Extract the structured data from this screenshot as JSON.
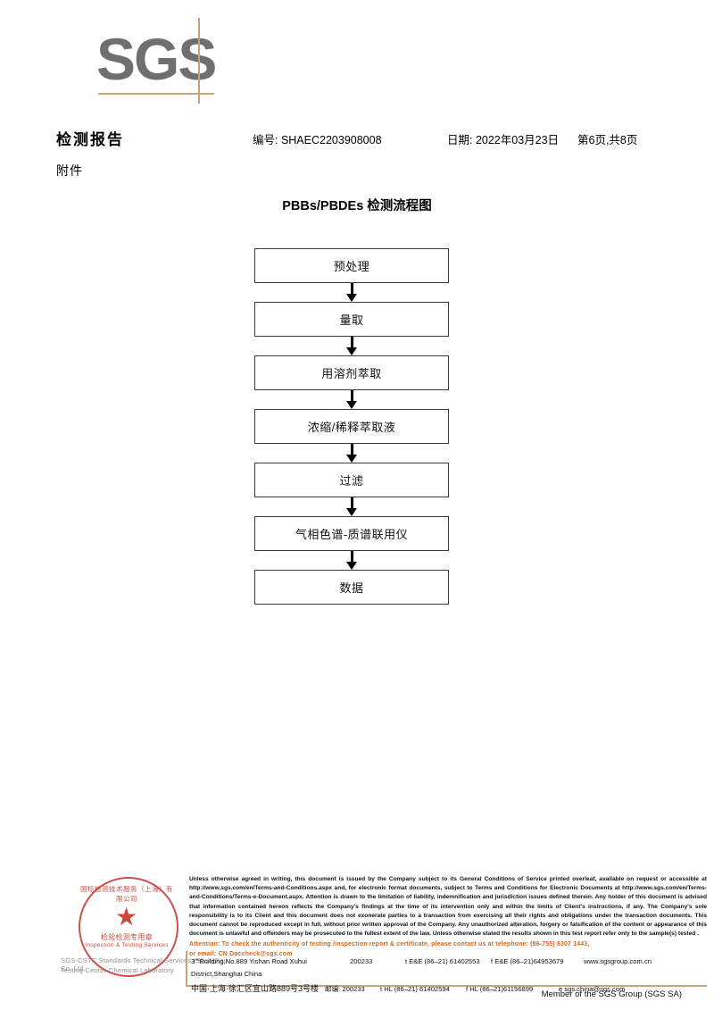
{
  "logo": {
    "wordmark": "SGS"
  },
  "header": {
    "report_title": "检测报告",
    "report_no": "编号: SHAEC2203908008",
    "date": "日期: 2022年03月23日",
    "page": "第6页,共8页",
    "attachment_label": "附件"
  },
  "flow": {
    "title": "PBBs/PBDEs 检测流程图",
    "steps": [
      {
        "label": "预处理"
      },
      {
        "label": "量取"
      },
      {
        "label": "用溶剂萃取"
      },
      {
        "label": "浓缩/稀释萃取液"
      },
      {
        "label": "过滤"
      },
      {
        "label": "气相色谱-质谱联用仪"
      },
      {
        "label": "数据"
      }
    ]
  },
  "seal": {
    "arc_top": "国标检测技术服务（上海）有限公司",
    "center_cn": "检验检测专用章",
    "center_en": "Inspection & Testing Services",
    "line1": "SGS-CSTC Standards Technical Services (Shanghai) Co.,Ltd.",
    "line2": "Testing Center-Chemical Laboratory",
    "star": "★"
  },
  "footer": {
    "disclaimer": "Unless otherwise agreed in writing, this document is issued by the Company subject to its General Conditions of Service printed overleaf, available on request or accessible at http://www.sgs.com/en/Terms-and-Conditions.aspx and, for electronic format documents, subject to Terms and Conditions for Electronic Documents at http://www.sgs.com/en/Terms-and-Conditions/Terms-e-Document.aspx. Attention is drawn to the limitation of liability, indemnification and jurisdiction issues defined therein. Any holder of this document is advised that information contained hereon reflects the Company's findings at the time of its intervention only and within the limits of Client's instructions, if any. The Company's sole responsibility is to its Client and this document does not exonerate parties to a transaction from exercising all their rights and obligations under the transaction documents. This document cannot be reproduced except in full, without prior written approval of the Company. Any unauthorized alteration, forgery or falsification of the content or appearance of this document is unlawful and offenders may be prosecuted to the fullest extent of the law. Unless otherwise stated the results shown in this test report refer only to the sample(s) tested .",
    "attention_line1": "Attention: To check the authenticity of testing /inspection report & certificate, please contact us at telephone: (86-755) 8307 1443,",
    "attention_line2": "or email: CN.Doccheck@sgs.com",
    "address_en": "3\"\"Building,No.889 Yishan Road Xuhui District,Shanghai China",
    "address_cn": "中国·上海·徐汇区宜山路889号3号楼",
    "zip_en": "200233",
    "zip_cn": "邮编: 200233",
    "tel_en_1": "t E&E (86–21) 61402553",
    "tel_en_2": "f E&E (86–21)64953679",
    "tel_cn_1": "t HL (86–21) 61402594",
    "tel_cn_2": "f HL (86–21)61156899",
    "web": "www.sgsgroup.com.cn",
    "email": "e  sgs.china@sgs.com",
    "member": "Member of the SGS Group (SGS SA)"
  },
  "colors": {
    "sgs_gray": "#6f6f6f",
    "rule_tan": "#c6a37e",
    "seal_red": "#c2352b",
    "attention_orange": "#d2691e"
  }
}
